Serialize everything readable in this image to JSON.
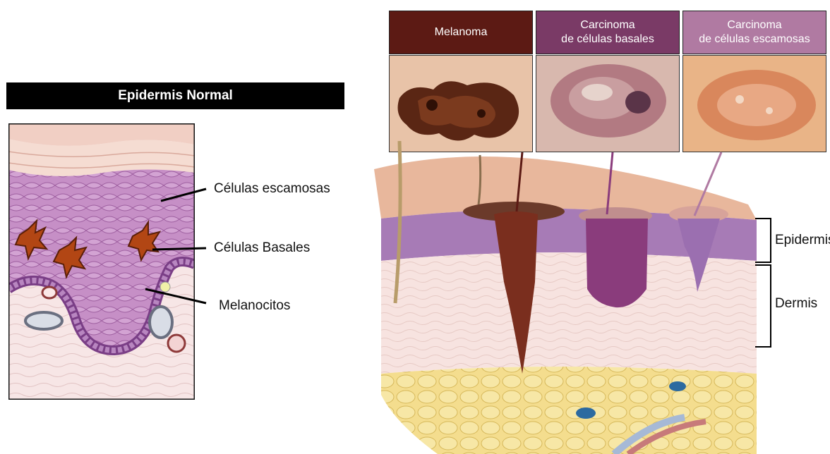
{
  "left_panel": {
    "title": "Epidermis Normal",
    "labels": {
      "squamous": "Células escamosas",
      "basal": "Células Basales",
      "melanocytes": "Melanocitos"
    }
  },
  "right_panel": {
    "cancers": [
      {
        "line1": "Melanoma",
        "line2": "",
        "color": "#5c1a14"
      },
      {
        "line1": "Carcinoma",
        "line2": "de células basales",
        "color": "#7a3a66"
      },
      {
        "line1": "Carcinoma",
        "line2": "de células escamosas",
        "color": "#b07aa2"
      }
    ],
    "layers": {
      "epidermis": "Epidermis",
      "dermis": "Dermis"
    }
  }
}
